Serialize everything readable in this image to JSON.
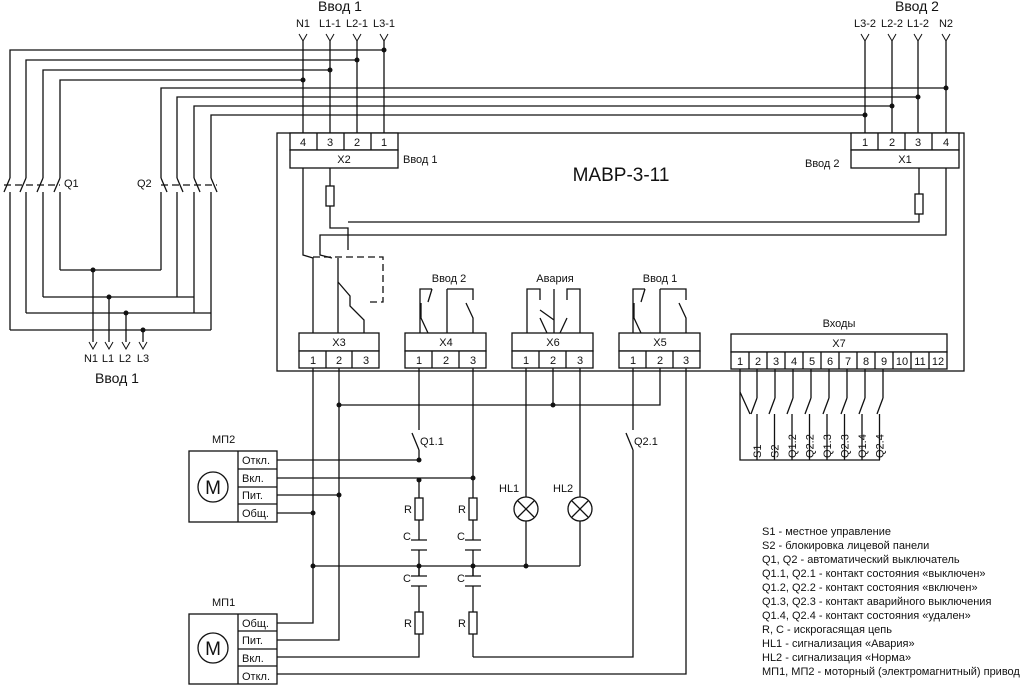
{
  "title": "МАВР-3-11",
  "input1": {
    "heading": "Ввод 1",
    "terminals": [
      "N1",
      "L1-1",
      "L2-1",
      "L3-1"
    ],
    "block": "X2",
    "block_label": "Ввод 1",
    "pins": [
      "4",
      "3",
      "2",
      "1"
    ]
  },
  "input2": {
    "heading": "Ввод 2",
    "terminals": [
      "L3-2",
      "L2-2",
      "L1-2",
      "N2"
    ],
    "block": "X1",
    "block_label": "Ввод 2",
    "pins": [
      "1",
      "2",
      "3",
      "4"
    ]
  },
  "breakers": {
    "q1": "Q1",
    "q2": "Q2"
  },
  "output": {
    "terminals": [
      "N1",
      "L1",
      "L2",
      "L3"
    ],
    "label": "Ввод 1"
  },
  "blocks": {
    "x3": {
      "name": "X3",
      "pins": [
        "1",
        "2",
        "3"
      ]
    },
    "x4": {
      "name": "X4",
      "label": "Ввод 2",
      "pins": [
        "1",
        "2",
        "3"
      ]
    },
    "x6": {
      "name": "X6",
      "label": "Авария",
      "pins": [
        "1",
        "2",
        "3"
      ]
    },
    "x5": {
      "name": "X5",
      "label": "Ввод 1",
      "pins": [
        "1",
        "2",
        "3"
      ]
    },
    "x7": {
      "name": "X7",
      "label": "Входы",
      "pins": [
        "1",
        "2",
        "3",
        "4",
        "5",
        "6",
        "7",
        "8",
        "9",
        "10",
        "11",
        "12"
      ],
      "inputs": [
        "S1",
        "S2",
        "Q1.2",
        "Q2.2",
        "Q1.3",
        "Q2.3",
        "Q1.4",
        "Q2.4"
      ]
    }
  },
  "contacts": {
    "q11": "Q1.1",
    "q21": "Q2.1"
  },
  "rc": {
    "r": "R",
    "c": "C"
  },
  "lamps": {
    "hl1": "HL1",
    "hl2": "HL2"
  },
  "motors": {
    "mp2": {
      "name": "МП2",
      "symbol": "М",
      "terminals": [
        "Откл.",
        "Вкл.",
        "Пит.",
        "Общ."
      ]
    },
    "mp1": {
      "name": "МП1",
      "symbol": "М",
      "terminals": [
        "Общ.",
        "Пит.",
        "Вкл.",
        "Откл."
      ]
    }
  },
  "legend": [
    "S1 - местное управление",
    "S2 - блокировка лицевой панели",
    "Q1, Q2 - автоматический выключатель",
    "Q1.1, Q2.1 - контакт состояния «выключен»",
    "Q1.2, Q2.2 - контакт состояния «включен»",
    "Q1.3, Q2.3 - контакт аварийного выключения",
    "Q1.4, Q2.4 - контакт состояния «удален»",
    "R, C - искрогасящая цепь",
    "HL1 - сигнализация «Авария»",
    "HL2 - сигнализация «Норма»",
    "МП1, МП2 - моторный (электромагнитный) привод"
  ]
}
